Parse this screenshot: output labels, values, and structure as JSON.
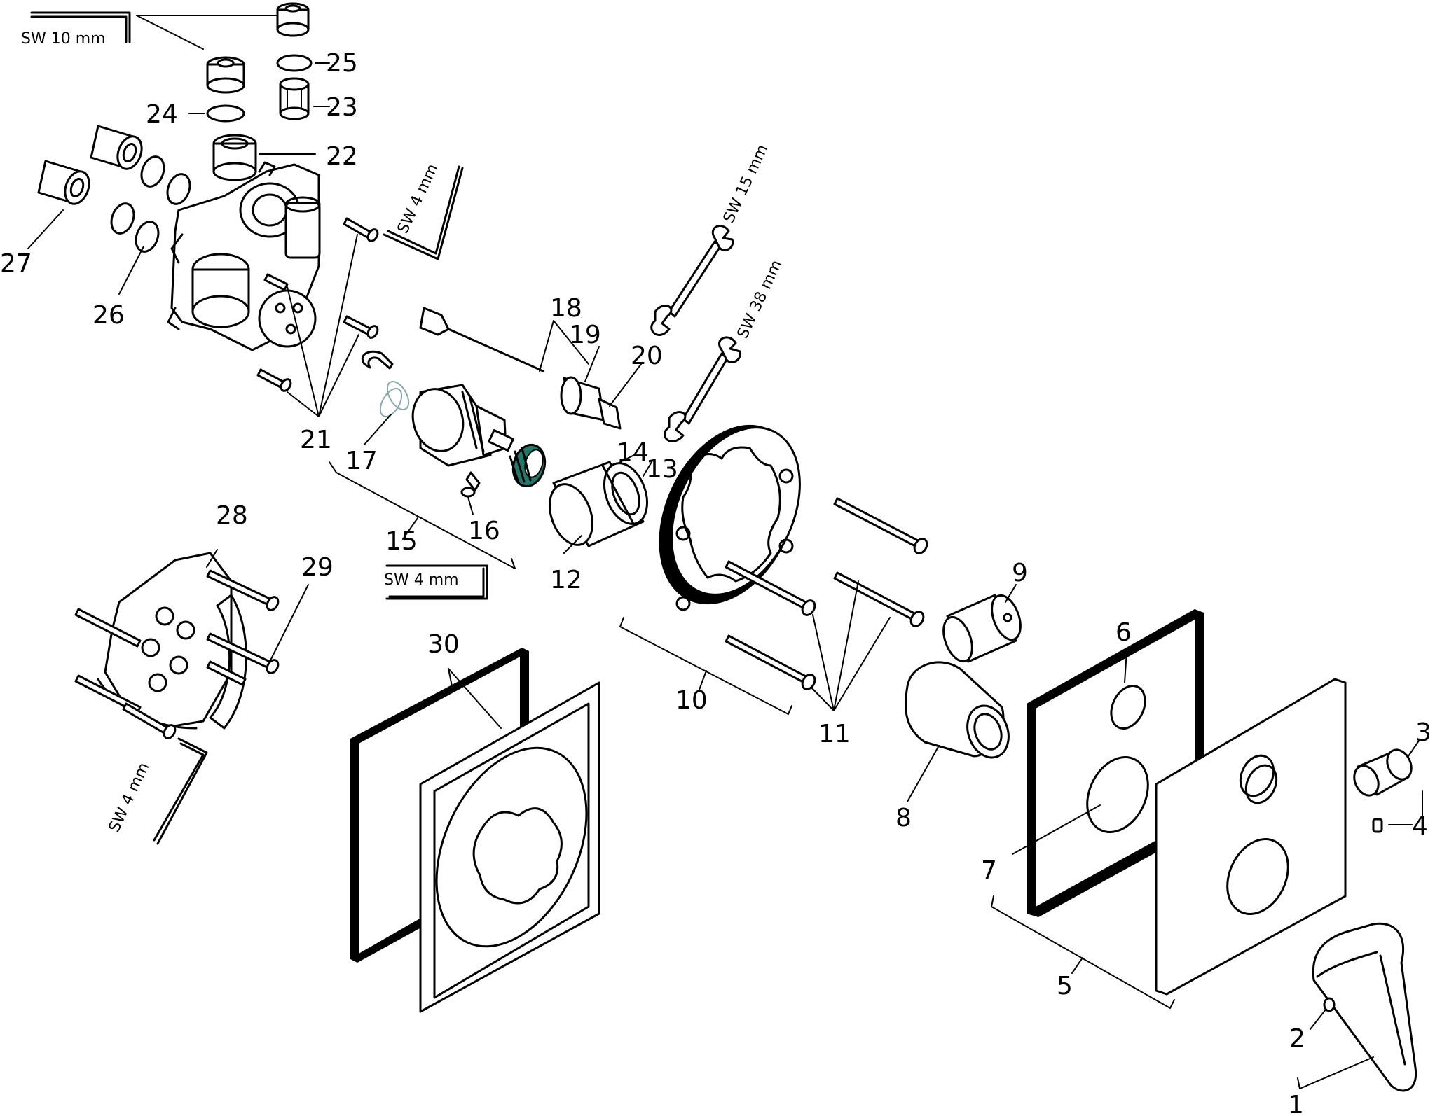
{
  "part_labels": [
    "1",
    "2",
    "3",
    "4",
    "5",
    "6",
    "7",
    "8",
    "9",
    "10",
    "11",
    "12",
    "13",
    "14",
    "15",
    "16",
    "17",
    "18",
    "19",
    "20",
    "21",
    "22",
    "23",
    "24",
    "25",
    "26",
    "27",
    "28",
    "29",
    "30"
  ],
  "tool_labels": {
    "sw10": "SW 10 mm",
    "sw4_top": "SW 4 mm",
    "sw15": "SW 15 mm",
    "sw38": "SW 38 mm",
    "sw4_mid": "SW 4 mm",
    "sw4_left": "SW 4 mm"
  },
  "colors": {
    "line": "#000000",
    "accent": "#1e7a6b",
    "background": "#ffffff"
  }
}
